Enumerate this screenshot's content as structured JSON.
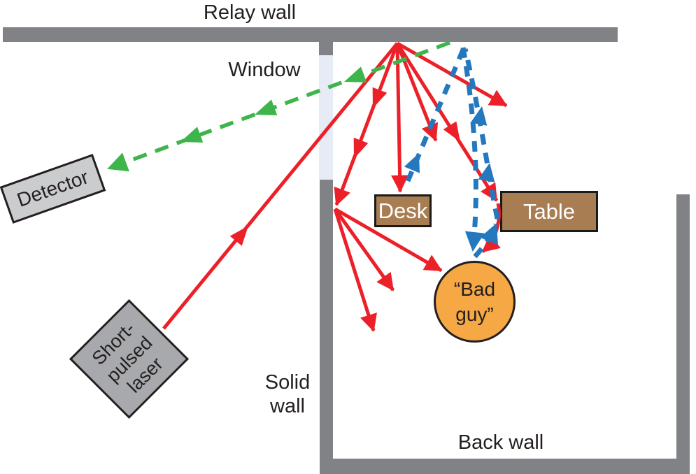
{
  "labels": {
    "relay_wall": "Relay wall",
    "window": "Window",
    "solid_wall_line1": "Solid",
    "solid_wall_line2": "wall",
    "back_wall": "Back wall"
  },
  "objects": {
    "detector_label": "Detector",
    "laser_line1": "Short-",
    "laser_line2": "pulsed",
    "laser_line3": "laser",
    "desk_label": "Desk",
    "table_label": "Table",
    "bad_guy_line1": "“Bad",
    "bad_guy_line2": "guy”"
  },
  "colors": {
    "red": "#ec2028",
    "green": "#3db54a",
    "blue": "#2478be",
    "wall_gray": "#818286",
    "window_fill": "#e7ebf5",
    "laser_gray": "#a8a9ac",
    "detector_gray": "#cbccce",
    "furniture_brown": "#a87d52",
    "bad_guy_orange": "#f5a844",
    "text": "#231f20"
  }
}
